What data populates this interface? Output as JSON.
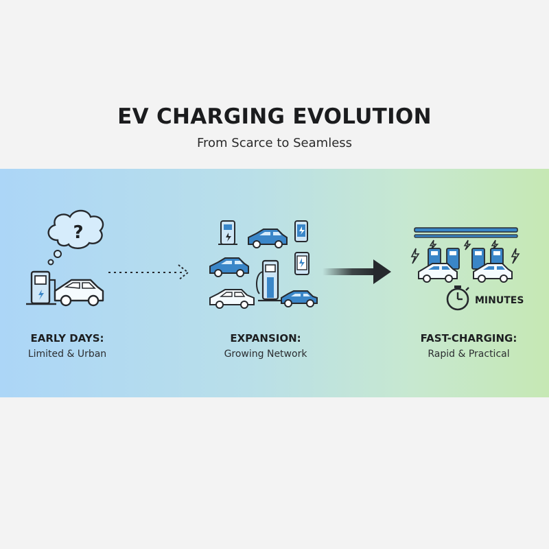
{
  "header": {
    "title": "EV CHARGING EVOLUTION",
    "subtitle": "From Scarce to Seamless"
  },
  "stages": [
    {
      "title": "EARLY DAYS:",
      "description": "Limited & Urban"
    },
    {
      "title": "EXPANSION:",
      "description": "Growing Network"
    },
    {
      "title": "FAST-CHARGING:",
      "description": "Rapid & Practical"
    }
  ],
  "fast_charging": {
    "time_label": "MINUTES"
  },
  "question_mark": "?",
  "colors": {
    "accent_blue": "#3a86c8",
    "outline": "#26292d",
    "band_left": "#acd6f7",
    "band_right": "#c6e8b4"
  }
}
